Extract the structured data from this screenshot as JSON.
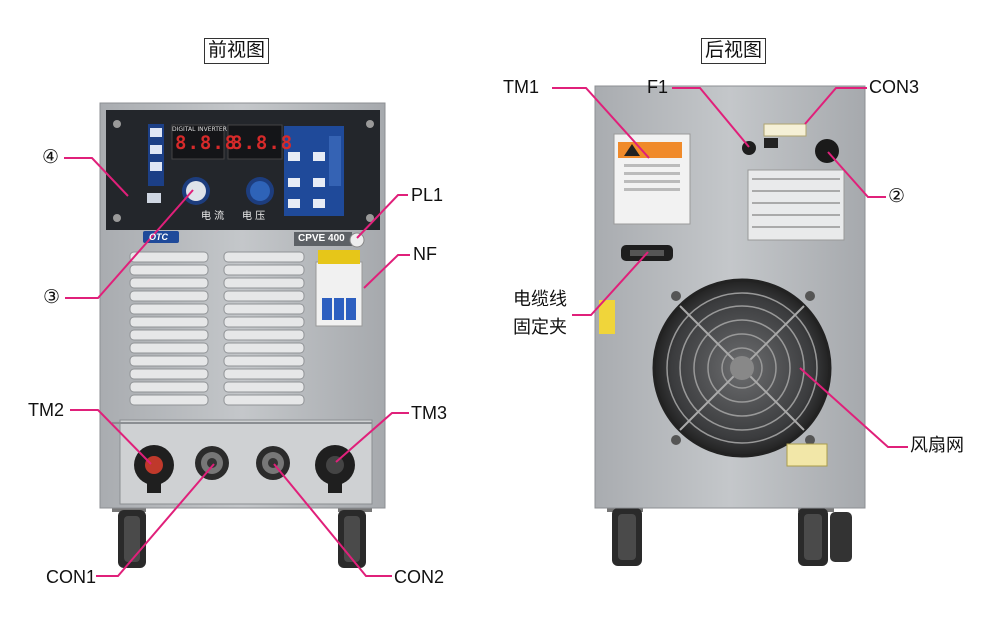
{
  "front_view": {
    "title": "前视图",
    "panel": {
      "brand_text": "DIGITAL INVERTER",
      "display_left": "8.8.8",
      "display_right": "8.8.8",
      "knob_left_label": "电 流",
      "knob_right_label": "电 压",
      "model_plate": "CPVE 400",
      "logo_text": "OTC"
    },
    "labels": {
      "c4": "④",
      "c3": "③",
      "pl1": "PL1",
      "nf": "NF",
      "tm2": "TM2",
      "tm3": "TM3",
      "con1": "CON1",
      "con2": "CON2"
    }
  },
  "rear_view": {
    "title": "后视图",
    "labels": {
      "tm1": "TM1",
      "f1": "F1",
      "con3": "CON3",
      "c2": "②",
      "cable_clamp_line1": "电缆线",
      "cable_clamp_line2": "固定夹",
      "fan_guard": "风扇网"
    }
  },
  "colors": {
    "leader": "#e0207a",
    "body_gray": "#b9bcbf",
    "panel_dark": "#23262b",
    "wheel": "#2a2a2a"
  }
}
